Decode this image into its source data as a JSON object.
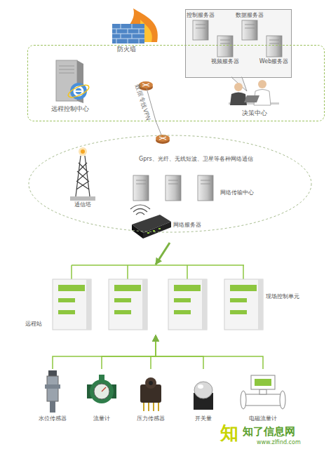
{
  "diagram": {
    "nodes": [
      {
        "text": [
          "控制服务器",
          "数据服务器",
          "视频服务器",
          "Web服务器"
        ]
      },
      {
        "text": [
          "防火墙"
        ]
      },
      {
        "text": []
      },
      {
        "text": [
          "远程控制中心"
        ],
        "in": 2
      },
      {
        "text": [
          "决策中心"
        ],
        "in": 2
      },
      {
        "text": [
          "Gprs、光纤、无线短波、卫星等各种网络通信"
        ]
      },
      {
        "text": [
          "通信塔"
        ],
        "in": 5
      },
      {
        "text": [
          "网络传输中心"
        ],
        "in": 5
      },
      {
        "text": [
          "网络服务器"
        ],
        "in": 5
      },
      {
        "text": [
          "远程站",
          "现场控制单元"
        ]
      },
      {
        "text": [
          "水位传感器"
        ]
      },
      {
        "text": [
          "流量计"
        ]
      },
      {
        "text": [
          "压力传感器"
        ]
      },
      {
        "text": [
          "开关量"
        ]
      },
      {
        "text": [
          "电磁流量计"
        ]
      }
    ],
    "edges": [
      {
        "from": 2,
        "to": 5,
        "label": "数据专线VPN",
        "arrow": "none"
      },
      {
        "from": 8,
        "to": 9,
        "arrow": "to"
      },
      {
        "from": 10,
        "to": 9,
        "arrow": "to"
      },
      {
        "from": 11,
        "to": 9,
        "arrow": "to"
      },
      {
        "from": 12,
        "to": 9,
        "arrow": "to"
      },
      {
        "from": 13,
        "to": 9,
        "arrow": "to"
      },
      {
        "from": 14,
        "to": 9,
        "arrow": "to"
      }
    ],
    "labels": [
      "知",
      "知了信息网",
      "www.zlfind.com"
    ]
  }
}
